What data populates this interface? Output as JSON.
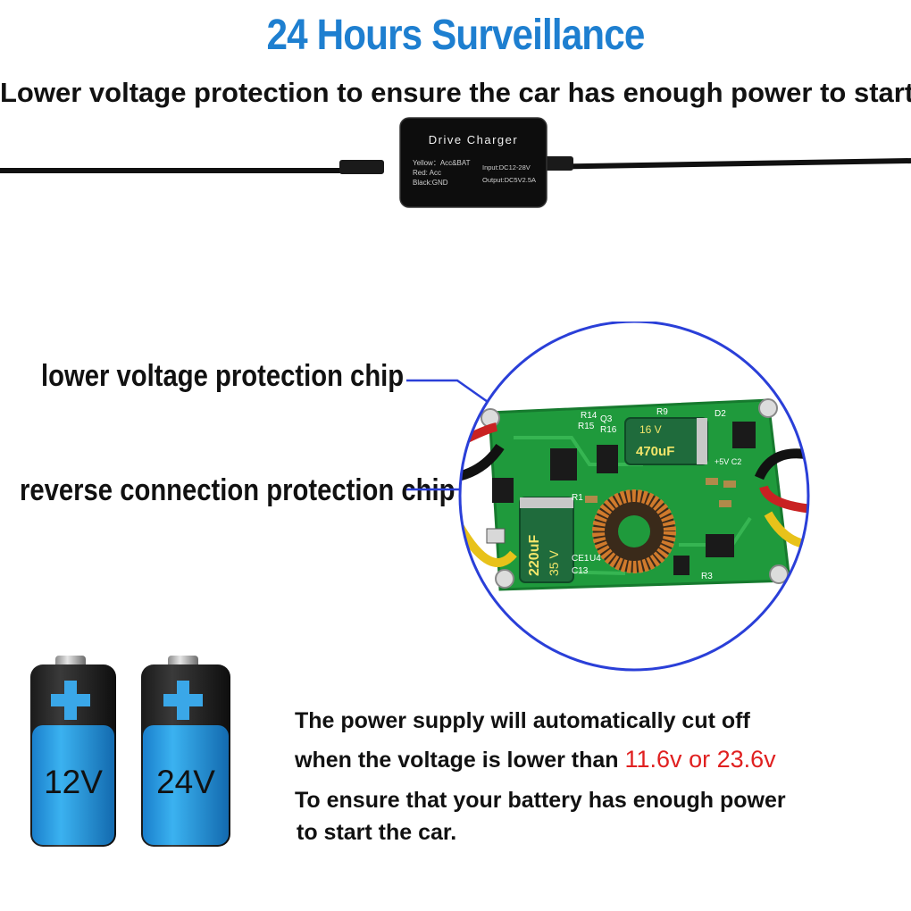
{
  "header": {
    "title": "24 Hours Surveillance",
    "subtitle": "Lower voltage protection  to ensure the car has enough power to start"
  },
  "charger": {
    "name": "Drive Charger",
    "wire_yellow": "Yellow：Acc&BAT",
    "wire_red": "Red: Acc",
    "wire_black": "Black:GND",
    "input": "Input:DC12-28V",
    "output": "Output:DC5V2.5A"
  },
  "callouts": {
    "lower_voltage_chip": "lower voltage protection chip",
    "reverse_connection_chip": "reverse connection protection chip"
  },
  "pcb": {
    "cap_large": "220uF",
    "cap_large_v": "35 V",
    "cap_small": "470uF",
    "cap_small_v": "16 V",
    "silk_r14": "R14",
    "silk_r15": "R15",
    "silk_r16": "R16",
    "silk_q3": "Q3",
    "silk_r9": "R9",
    "silk_d2": "D2",
    "silk_c2": "+5V C2",
    "silk_ce1": "CE1",
    "silk_c13": "C13",
    "silk_u4": "U4",
    "silk_r3": "R3",
    "silk_r1": "R1"
  },
  "batteries": [
    {
      "label": "12V"
    },
    {
      "label": "24V"
    }
  ],
  "info": {
    "line1": "The power supply will automatically cut off",
    "line2_prefix": "when the voltage is lower than ",
    "line2_highlight": "11.6v or 23.6v",
    "line3": "To ensure that your battery has enough power",
    "line4": "to start the car."
  },
  "colors": {
    "title_blue": "#1e7fd0",
    "highlight_red": "#e02020",
    "circle_blue": "#2a3fd8",
    "pcb_green": "#1f9a3c",
    "battery_blue": "#2ea3e6"
  }
}
